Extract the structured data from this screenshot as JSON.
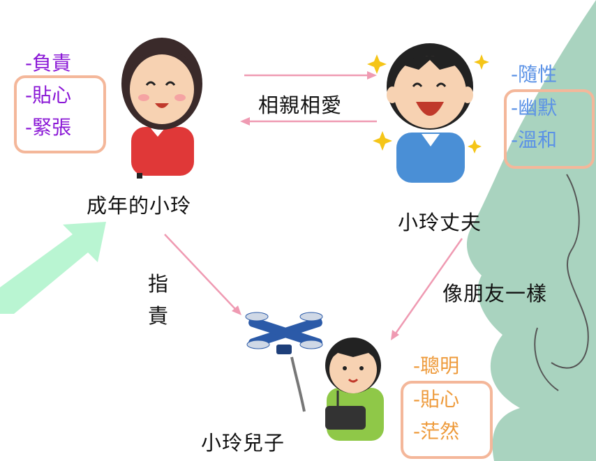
{
  "nodes": {
    "adult_xiaoling": "成年的小玲",
    "husband": "小玲丈夫",
    "son": "小玲兒子"
  },
  "relations": {
    "love": "相親相愛",
    "blame_1": "指",
    "blame_2": "責",
    "friends": "像朋友一樣"
  },
  "traits": {
    "adult_xiaoling": [
      "-負責",
      "-貼心",
      "-緊張"
    ],
    "husband": [
      "-隨性",
      "-幽默",
      "-溫和"
    ],
    "son": [
      "-聰明",
      "-貼心",
      "-茫然"
    ]
  },
  "colors": {
    "trait_purple": "#8a17d6",
    "trait_blue": "#5b92e6",
    "trait_orange": "#ee9a3a",
    "box_border": "#f4b79a",
    "arrow_pink": "#ef9ab2",
    "tree_green": "#a9d3bf",
    "big_arrow_green": "#b9f5d2"
  },
  "icons": [
    "woman-smiling-icon",
    "man-laughing-icon",
    "sparkle-icon",
    "boy-with-controller-icon",
    "drone-icon"
  ]
}
